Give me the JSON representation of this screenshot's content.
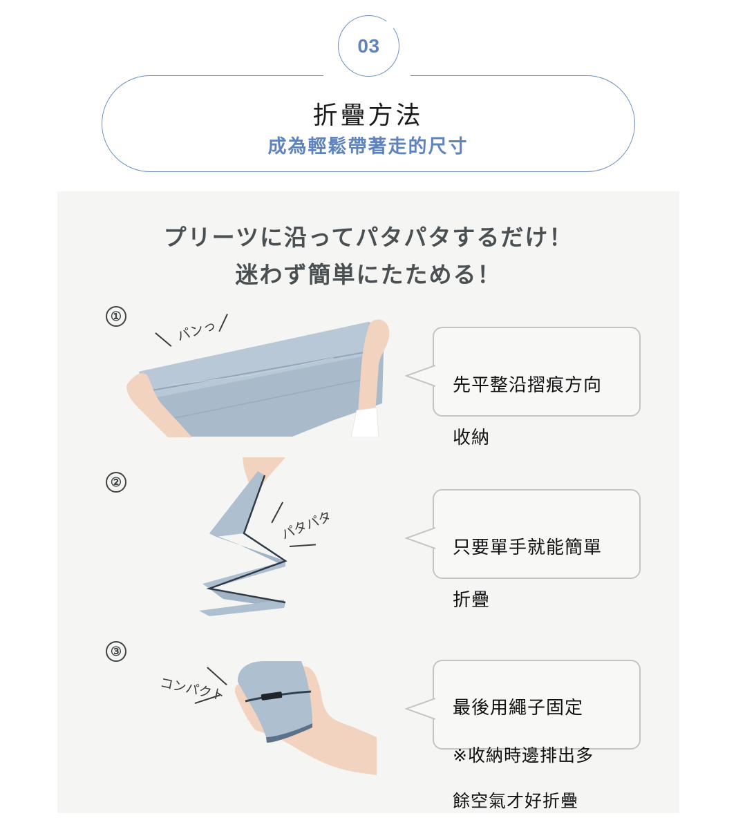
{
  "header": {
    "section_number": "03",
    "title": "折疊方法",
    "subtitle": "成為輕鬆帶著走的尺寸",
    "accent_color": "#5f84bd"
  },
  "panel": {
    "lead_line_1": "プリーツに沿ってパタパタするだけ！",
    "lead_line_2": "迷わず簡単にたためる！",
    "background_color": "#f5f5f3"
  },
  "steps": [
    {
      "number": "①",
      "sound_effect": "パンっ",
      "image": "hands-stretching-folded-blue-bag-photo",
      "bubble_line_1": "先平整沿摺痕方向",
      "bubble_line_2": "收納"
    },
    {
      "number": "②",
      "sound_effect": "パタパタ",
      "image": "hand-accordion-folding-blue-bag-photo",
      "bubble_line_1": "只要單手就能簡單",
      "bubble_line_2": "折疊"
    },
    {
      "number": "③",
      "sound_effect": "コンパクト",
      "image": "hand-holding-compact-folded-bag-photo",
      "bubble_line_1": "最後用繩子固定",
      "bubble_line_2": "※收納時邊排出多",
      "bubble_line_3": "餘空氣才好折疊"
    }
  ]
}
